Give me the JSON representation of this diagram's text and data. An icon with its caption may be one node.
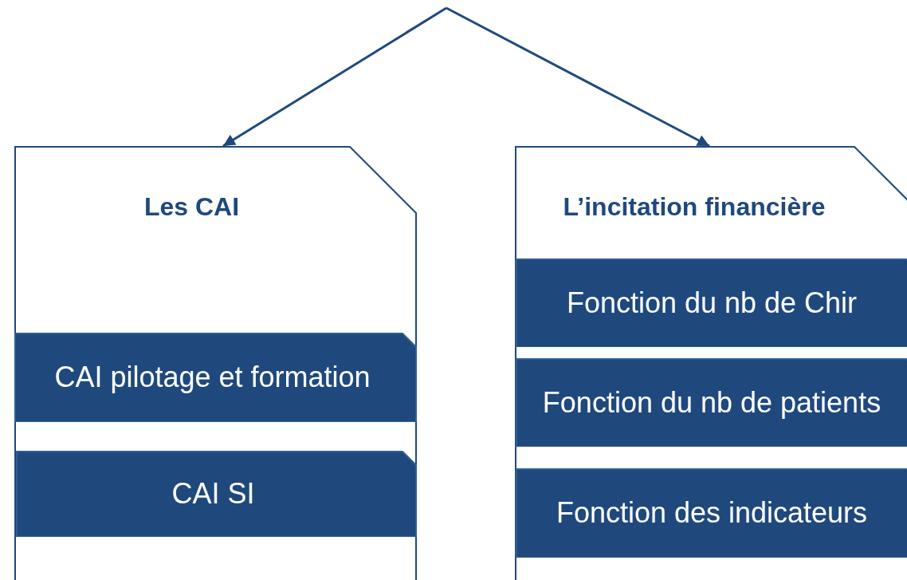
{
  "diagram": {
    "nodes": [
      {
        "text": [
          "Les CAI"
        ]
      },
      {
        "text": [
          "CAI pilotage et formation"
        ],
        "in": 0
      },
      {
        "text": [
          "CAI SI"
        ],
        "in": 0
      },
      {
        "text": [
          "L’incitation financière"
        ]
      },
      {
        "text": [
          "Fonction du nb de Chir"
        ],
        "in": 3
      },
      {
        "text": [
          "Fonction du nb de patients"
        ],
        "in": 3
      },
      {
        "text": [
          "Fonction des indicateurs"
        ],
        "in": 3
      }
    ],
    "edges": [
      {
        "from": null,
        "to": 0,
        "arrow": "to"
      },
      {
        "from": null,
        "to": 3,
        "arrow": "to"
      }
    ]
  }
}
